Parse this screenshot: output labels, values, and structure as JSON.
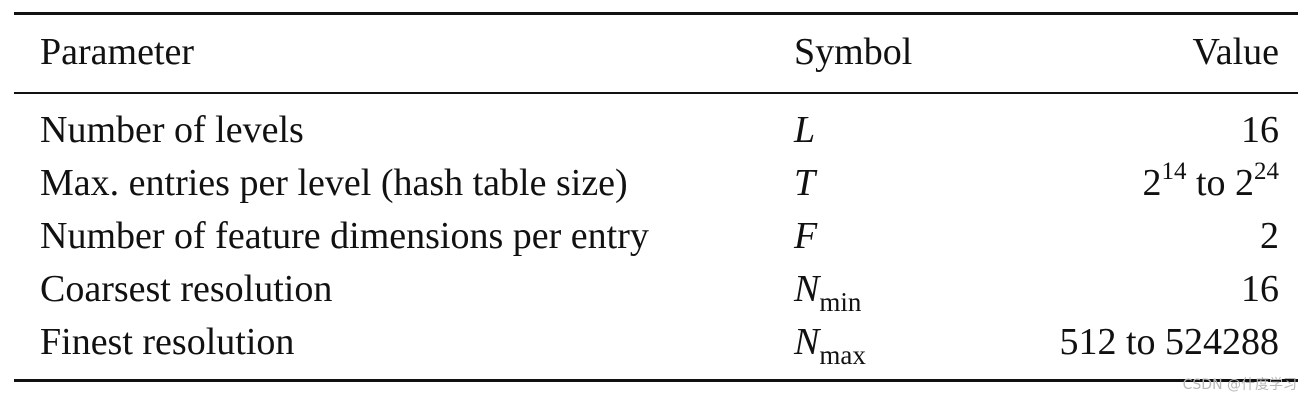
{
  "table": {
    "headers": {
      "parameter": "Parameter",
      "symbol": "Symbol",
      "value": "Value"
    },
    "rows": [
      {
        "parameter": "Number of levels",
        "symbol": "L",
        "symbol_sub": "",
        "value": "16"
      },
      {
        "parameter": "Max. entries per level (hash table size)",
        "symbol": "T",
        "symbol_sub": "",
        "value_base1": "2",
        "value_exp1": "14",
        "value_mid": " to ",
        "value_base2": "2",
        "value_exp2": "24"
      },
      {
        "parameter": "Number of feature dimensions per entry",
        "symbol": "F",
        "symbol_sub": "",
        "value": "2"
      },
      {
        "parameter": "Coarsest resolution",
        "symbol": "N",
        "symbol_sub": "min",
        "value": "16"
      },
      {
        "parameter": "Finest resolution",
        "symbol": "N",
        "symbol_sub": "max",
        "value": "512 to 524288"
      }
    ]
  },
  "watermark": "CSDN @什度学习"
}
